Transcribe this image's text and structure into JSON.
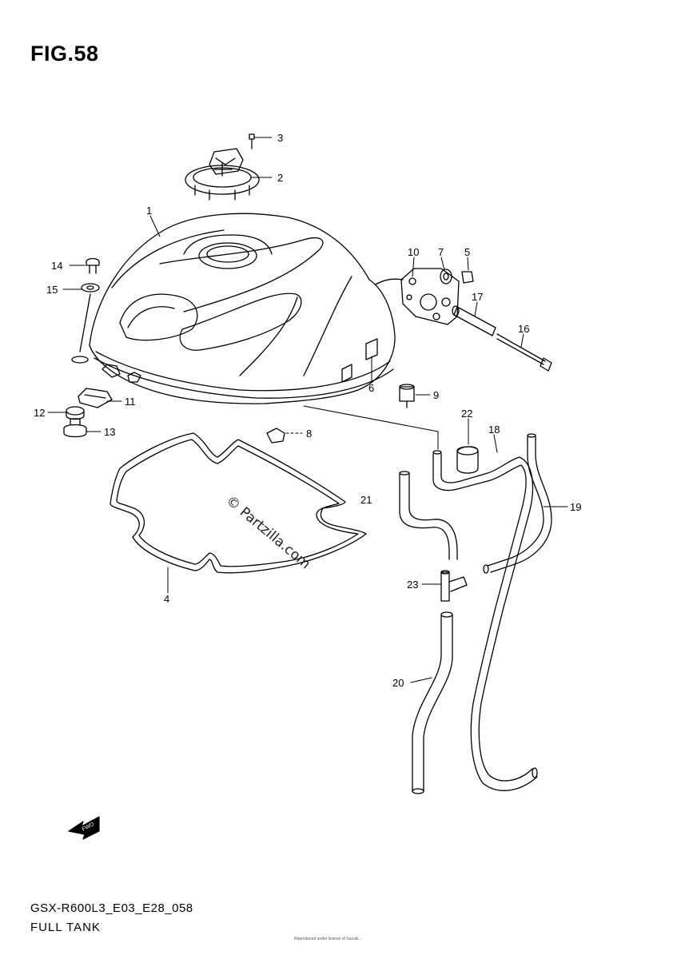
{
  "figure": {
    "title": "FIG.58",
    "code": "GSX-R600L3_E03_E28_058",
    "name": "FULL TANK",
    "watermark": "© Partzilla.com",
    "direction_label": "FWD",
    "copyright_fine": "Reproduced under license of Suzuki..."
  },
  "callouts": [
    {
      "id": "3",
      "label": "3"
    },
    {
      "id": "2",
      "label": "2"
    },
    {
      "id": "1",
      "label": "1"
    },
    {
      "id": "14",
      "label": "14"
    },
    {
      "id": "15",
      "label": "15"
    },
    {
      "id": "10",
      "label": "10"
    },
    {
      "id": "7",
      "label": "7"
    },
    {
      "id": "5",
      "label": "5"
    },
    {
      "id": "17",
      "label": "17"
    },
    {
      "id": "16",
      "label": "16"
    },
    {
      "id": "6",
      "label": "6"
    },
    {
      "id": "9",
      "label": "9"
    },
    {
      "id": "11",
      "label": "11"
    },
    {
      "id": "12",
      "label": "12"
    },
    {
      "id": "13",
      "label": "13"
    },
    {
      "id": "8",
      "label": "8"
    },
    {
      "id": "22",
      "label": "22"
    },
    {
      "id": "18",
      "label": "18"
    },
    {
      "id": "19",
      "label": "19"
    },
    {
      "id": "21",
      "label": "21"
    },
    {
      "id": "4",
      "label": "4"
    },
    {
      "id": "23",
      "label": "23"
    },
    {
      "id": "20",
      "label": "20"
    }
  ]
}
